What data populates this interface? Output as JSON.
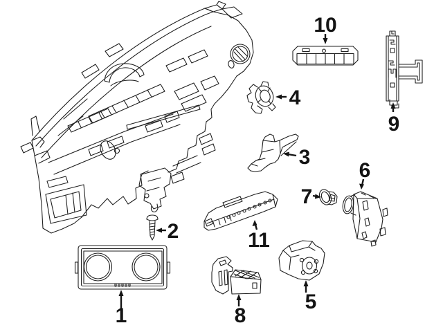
{
  "diagram": {
    "background": "#ffffff",
    "ink": "#1f1f1f",
    "callouts": [
      {
        "id": 1,
        "label": "1"
      },
      {
        "id": 2,
        "label": "2"
      },
      {
        "id": 3,
        "label": "3"
      },
      {
        "id": 4,
        "label": "4"
      },
      {
        "id": 5,
        "label": "5"
      },
      {
        "id": 6,
        "label": "6"
      },
      {
        "id": 7,
        "label": "7"
      },
      {
        "id": 8,
        "label": "8"
      },
      {
        "id": 9,
        "label": "9"
      },
      {
        "id": 10,
        "label": "10"
      },
      {
        "id": 11,
        "label": "11"
      }
    ]
  }
}
